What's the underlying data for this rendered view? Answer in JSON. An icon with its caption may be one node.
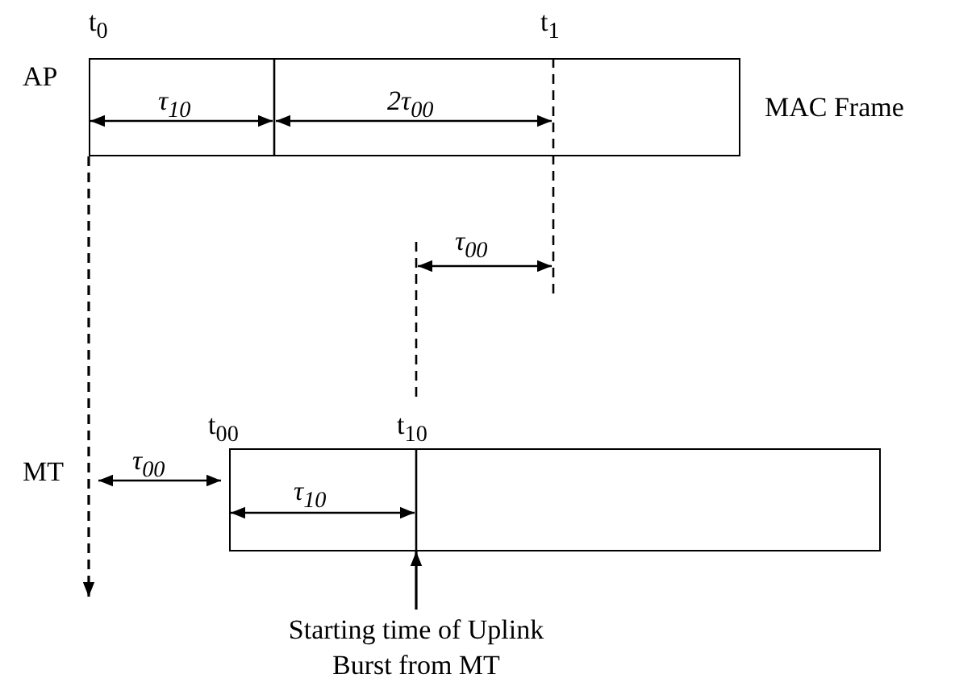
{
  "diagram": {
    "nodes": [
      {
        "text": [],
        "shape": "bar"
      },
      {
        "text": [],
        "shape": "bar"
      },
      {
        "text": [
          "Starting time of Uplink Burst from MT"
        ]
      }
    ],
    "edges": [
      {
        "from": 0,
        "to": null,
        "arrow": "to",
        "style": "dashed"
      },
      {
        "from": 2,
        "to": 1,
        "arrow": "to"
      }
    ],
    "labels": [
      "t$_{0}$",
      "t$_{1}$",
      "AP",
      "τ$_{10}$",
      "2τ$_{00}$",
      "MAC Frame",
      "τ$_{00}$",
      "t$_{00}$",
      "t$_{10}$",
      "MT",
      "τ$_{00}$",
      "τ$_{10}$"
    ]
  }
}
